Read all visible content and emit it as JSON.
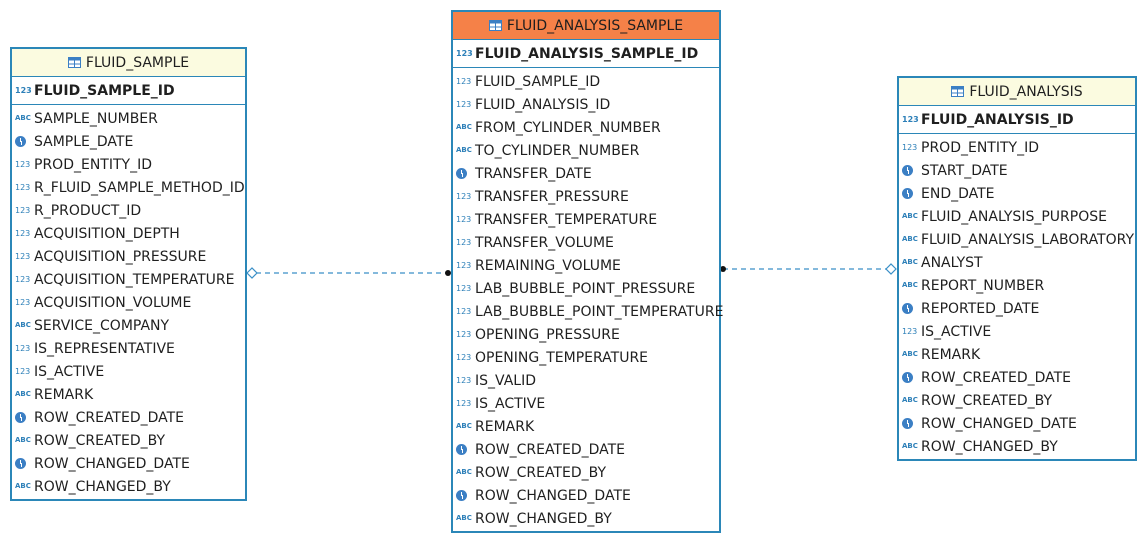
{
  "entities": {
    "fluid_sample": {
      "title": "FLUID_SAMPLE",
      "pk": {
        "type": "123",
        "name": "FLUID_SAMPLE_ID"
      },
      "columns": [
        {
          "type": "abc",
          "name": "SAMPLE_NUMBER"
        },
        {
          "type": "date",
          "name": "SAMPLE_DATE"
        },
        {
          "type": "123",
          "name": "PROD_ENTITY_ID"
        },
        {
          "type": "123",
          "name": "R_FLUID_SAMPLE_METHOD_ID"
        },
        {
          "type": "123",
          "name": "R_PRODUCT_ID"
        },
        {
          "type": "123",
          "name": "ACQUISITION_DEPTH"
        },
        {
          "type": "123",
          "name": "ACQUISITION_PRESSURE"
        },
        {
          "type": "123",
          "name": "ACQUISITION_TEMPERATURE"
        },
        {
          "type": "123",
          "name": "ACQUISITION_VOLUME"
        },
        {
          "type": "abc",
          "name": "SERVICE_COMPANY"
        },
        {
          "type": "123",
          "name": "IS_REPRESENTATIVE"
        },
        {
          "type": "123",
          "name": "IS_ACTIVE"
        },
        {
          "type": "abc",
          "name": "REMARK"
        },
        {
          "type": "date",
          "name": "ROW_CREATED_DATE"
        },
        {
          "type": "abc",
          "name": "ROW_CREATED_BY"
        },
        {
          "type": "date",
          "name": "ROW_CHANGED_DATE"
        },
        {
          "type": "abc",
          "name": "ROW_CHANGED_BY"
        }
      ]
    },
    "fluid_analysis_sample": {
      "title": "FLUID_ANALYSIS_SAMPLE",
      "pk": {
        "type": "123",
        "name": "FLUID_ANALYSIS_SAMPLE_ID"
      },
      "columns": [
        {
          "type": "123",
          "name": "FLUID_SAMPLE_ID"
        },
        {
          "type": "123",
          "name": "FLUID_ANALYSIS_ID"
        },
        {
          "type": "abc",
          "name": "FROM_CYLINDER_NUMBER"
        },
        {
          "type": "abc",
          "name": "TO_CYLINDER_NUMBER"
        },
        {
          "type": "date",
          "name": "TRANSFER_DATE"
        },
        {
          "type": "123",
          "name": "TRANSFER_PRESSURE"
        },
        {
          "type": "123",
          "name": "TRANSFER_TEMPERATURE"
        },
        {
          "type": "123",
          "name": "TRANSFER_VOLUME"
        },
        {
          "type": "123",
          "name": "REMAINING_VOLUME"
        },
        {
          "type": "123",
          "name": "LAB_BUBBLE_POINT_PRESSURE"
        },
        {
          "type": "123",
          "name": "LAB_BUBBLE_POINT_TEMPERATURE"
        },
        {
          "type": "123",
          "name": "OPENING_PRESSURE"
        },
        {
          "type": "123",
          "name": "OPENING_TEMPERATURE"
        },
        {
          "type": "123",
          "name": "IS_VALID"
        },
        {
          "type": "123",
          "name": "IS_ACTIVE"
        },
        {
          "type": "abc",
          "name": "REMARK"
        },
        {
          "type": "date",
          "name": "ROW_CREATED_DATE"
        },
        {
          "type": "abc",
          "name": "ROW_CREATED_BY"
        },
        {
          "type": "date",
          "name": "ROW_CHANGED_DATE"
        },
        {
          "type": "abc",
          "name": "ROW_CHANGED_BY"
        }
      ]
    },
    "fluid_analysis": {
      "title": "FLUID_ANALYSIS",
      "pk": {
        "type": "123",
        "name": "FLUID_ANALYSIS_ID"
      },
      "columns": [
        {
          "type": "123",
          "name": "PROD_ENTITY_ID"
        },
        {
          "type": "date",
          "name": "START_DATE"
        },
        {
          "type": "date",
          "name": "END_DATE"
        },
        {
          "type": "abc",
          "name": "FLUID_ANALYSIS_PURPOSE"
        },
        {
          "type": "abc",
          "name": "FLUID_ANALYSIS_LABORATORY"
        },
        {
          "type": "abc",
          "name": "ANALYST"
        },
        {
          "type": "abc",
          "name": "REPORT_NUMBER"
        },
        {
          "type": "date",
          "name": "REPORTED_DATE"
        },
        {
          "type": "123",
          "name": "IS_ACTIVE"
        },
        {
          "type": "abc",
          "name": "REMARK"
        },
        {
          "type": "date",
          "name": "ROW_CREATED_DATE"
        },
        {
          "type": "abc",
          "name": "ROW_CREATED_BY"
        },
        {
          "type": "date",
          "name": "ROW_CHANGED_DATE"
        },
        {
          "type": "abc",
          "name": "ROW_CHANGED_BY"
        }
      ]
    }
  },
  "type_icons": {
    "123": "123",
    "abc": "ABC",
    "date": "clock-icon"
  },
  "relationships": [
    {
      "from": "fluid_analysis_sample",
      "to": "fluid_sample",
      "style": "dashed"
    },
    {
      "from": "fluid_analysis_sample",
      "to": "fluid_analysis",
      "style": "dashed"
    }
  ],
  "colors": {
    "border": "#2b87b8",
    "header_default": "#fbfbe0",
    "header_selected": "#f58148",
    "type_icon": "#2c7fb8",
    "link": "#3a8fc7"
  }
}
